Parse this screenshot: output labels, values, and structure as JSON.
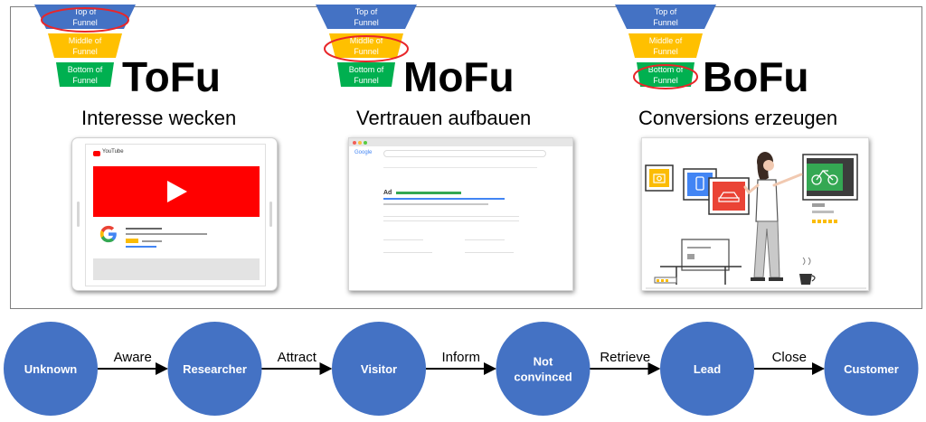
{
  "funnel": {
    "levels": [
      {
        "line1": "Top of",
        "line2": "Funnel",
        "color": "#4472c4"
      },
      {
        "line1": "Middle of",
        "line2": "Funnel",
        "color": "#ffc000"
      },
      {
        "line1": "Bottom of",
        "line2": "Funnel",
        "color": "#00b050"
      }
    ],
    "highlight_color": "#e8262a"
  },
  "stages": [
    {
      "code": "ToFu",
      "subtitle": "Interesse wecken",
      "highlight_level": 0
    },
    {
      "code": "MoFu",
      "subtitle": "Vertrauen aufbauen",
      "highlight_level": 1
    },
    {
      "code": "BoFu",
      "subtitle": "Conversions erzeugen",
      "highlight_level": 2
    }
  ],
  "mockups": {
    "youtube_logo": "YouTube",
    "google_logo": "Google",
    "ad_label": "Ad",
    "icons": [
      "play-icon",
      "google-g-icon",
      "camera-icon",
      "phone-icon",
      "car-icon",
      "bike-icon",
      "star-icon",
      "coffee-cup-icon"
    ]
  },
  "flow": {
    "node_color": "#4472c4",
    "nodes": [
      {
        "lines": [
          "Unknown"
        ]
      },
      {
        "lines": [
          "Researcher"
        ]
      },
      {
        "lines": [
          "Visitor"
        ]
      },
      {
        "lines": [
          "Not",
          "convinced"
        ]
      },
      {
        "lines": [
          "Lead"
        ]
      },
      {
        "lines": [
          "Customer"
        ]
      }
    ],
    "edges": [
      {
        "label": "Aware"
      },
      {
        "label": "Attract"
      },
      {
        "label": "Inform"
      },
      {
        "label": "Retrieve"
      },
      {
        "label": "Close"
      }
    ]
  }
}
